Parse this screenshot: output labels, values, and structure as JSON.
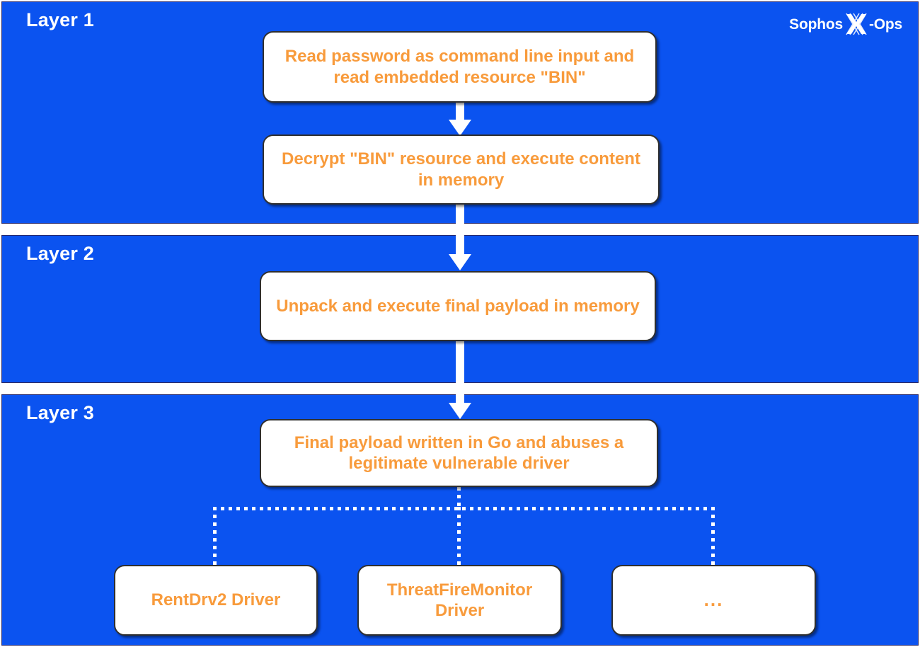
{
  "diagram": {
    "title": "Multi-layer malware loader execution flow",
    "background_color": "#ffffff",
    "panel_color": "#0B53F0",
    "box_fill_color": "#ffffff",
    "box_text_color": "#F89B3C",
    "box_border_color": "#2f2f2f",
    "connector_color": "#ffffff"
  },
  "branding": {
    "word_left": "Sophos",
    "word_right": "-Ops",
    "mark": "x-mark-icon"
  },
  "layers": [
    {
      "id": "layer-1",
      "label": "Layer 1",
      "steps": [
        {
          "id": "read-password",
          "text": "Read password as command line input and read embedded resource \"BIN\""
        },
        {
          "id": "decrypt-bin",
          "text": "Decrypt \"BIN\" resource and execute content in memory"
        }
      ]
    },
    {
      "id": "layer-2",
      "label": "Layer 2",
      "steps": [
        {
          "id": "unpack",
          "text": "Unpack and execute final payload in memory"
        }
      ]
    },
    {
      "id": "layer-3",
      "label": "Layer 3",
      "steps": [
        {
          "id": "final-payload",
          "text": "Final payload written in Go and abuses a legitimate vulnerable driver"
        }
      ],
      "drivers": [
        {
          "id": "rentdrv2",
          "text": "RentDrv2 Driver"
        },
        {
          "id": "threatfiremonitor",
          "text": "ThreatFireMonitor Driver"
        },
        {
          "id": "ellipsis",
          "text": "..."
        }
      ]
    }
  ],
  "connectors": [
    {
      "id": "arrow-read-to-decrypt",
      "type": "solid-arrow",
      "from": "read-password",
      "to": "decrypt-bin"
    },
    {
      "id": "arrow-decrypt-to-unpack",
      "type": "solid-arrow",
      "from": "decrypt-bin",
      "to": "unpack"
    },
    {
      "id": "arrow-unpack-to-final",
      "type": "solid-arrow",
      "from": "unpack",
      "to": "final-payload"
    },
    {
      "id": "dotted-final-to-drivers",
      "type": "dotted-branch",
      "from": "final-payload",
      "to": [
        "rentdrv2",
        "threatfiremonitor",
        "ellipsis"
      ]
    }
  ]
}
